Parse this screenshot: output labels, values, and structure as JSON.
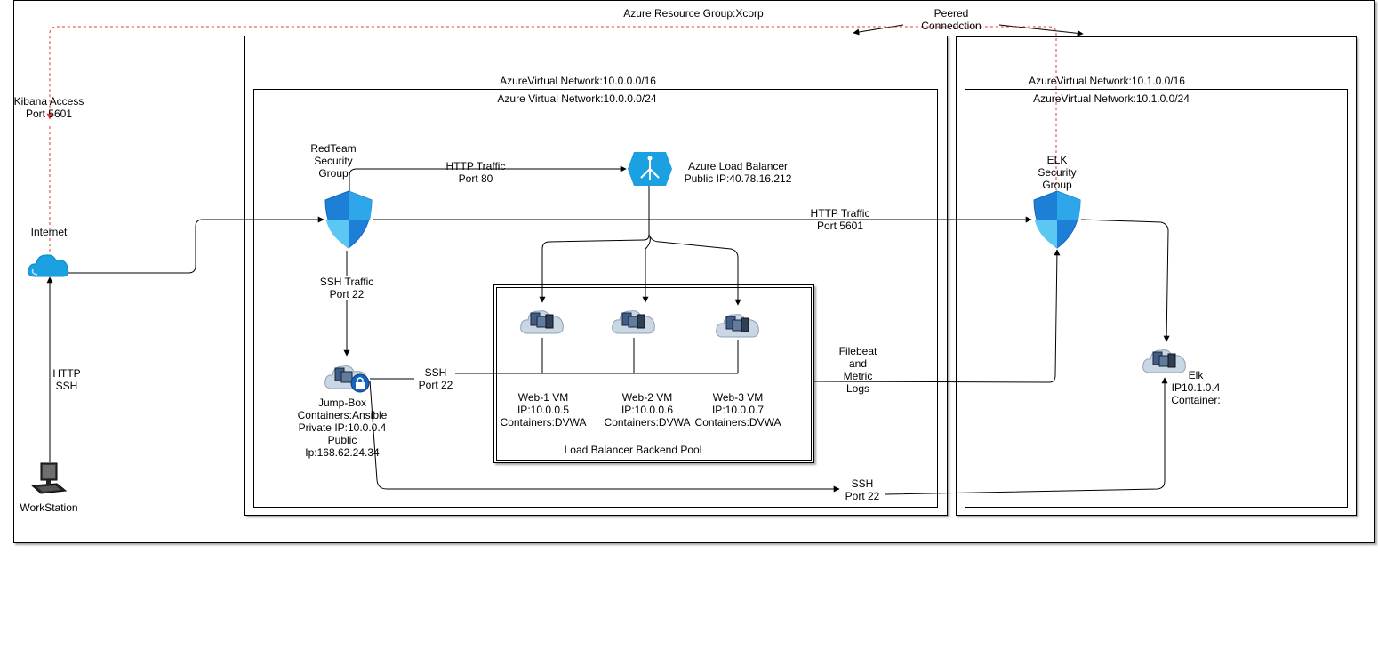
{
  "resource_group": {
    "title": "Azure Resource Group:Xcorp"
  },
  "peering": {
    "line1": "Peered",
    "line2": "Connedction"
  },
  "vnet_red": {
    "outer_title": "AzureVirtual Network:10.0.0.0/16",
    "inner_title": "Azure Virtual Network:10.0.0.0/24"
  },
  "vnet_elk": {
    "outer_title": "AzureVirtual Network:10.1.0.0/16",
    "inner_title": "AzureVirtual Network:10.1.0.0/24"
  },
  "kibana": {
    "line1": "Kibana Access",
    "line2": "Port 5601"
  },
  "internet": {
    "label": "Internet"
  },
  "workstation": {
    "label": "WorkStation",
    "proto1": "HTTP",
    "proto2": "SSH"
  },
  "redteam_nsg": {
    "line1": "RedTeam",
    "line2": "Security",
    "line3": "Group"
  },
  "http80": {
    "line1": "HTTP Traffic",
    "line2": "Port 80"
  },
  "load_balancer": {
    "line1": "Azure Load Balancer",
    "line2": "Public IP:40.78.16.212"
  },
  "http5601": {
    "line1": "HTTP Traffic",
    "line2": "Port 5601"
  },
  "elk_nsg": {
    "line1": "ELK",
    "line2": "Security",
    "line3": "Group"
  },
  "ssh_jump": {
    "line1": "SSH Traffic",
    "line2": "Port 22"
  },
  "jumpbox": {
    "line1": "Jump-Box",
    "line2": "Containers:Ansible",
    "line3": "Private IP:10.0.0.4",
    "line4": "Public",
    "line5": "Ip:168.62.24.34"
  },
  "ssh_web": {
    "line1": "SSH",
    "line2": "Port 22"
  },
  "web1": {
    "line1": "Web-1 VM",
    "line2": "IP:10.0.0.5",
    "line3": "Containers:DVWA"
  },
  "web2": {
    "line1": "Web-2 VM",
    "line2": "IP:10.0.0.6",
    "line3": "Containers:DVWA"
  },
  "web3": {
    "line1": "Web-3 VM",
    "line2": "IP:10.0.0.7",
    "line3": "Containers:DVWA"
  },
  "backend_pool": {
    "label": "Load Balancer Backend Pool"
  },
  "filebeat": {
    "line1": "Filebeat",
    "line2": "and",
    "line3": "Metric",
    "line4": "Logs"
  },
  "elk": {
    "line1": "Elk",
    "line2": "IP10.1.0.4",
    "line3": "Container:"
  },
  "ssh_elk": {
    "line1": "SSH",
    "line2": "Port 22"
  },
  "colors": {
    "azure_blue": "#1ba1e2",
    "shield_dark": "#1e7fd6",
    "kibana_dashed": "#e53935"
  }
}
